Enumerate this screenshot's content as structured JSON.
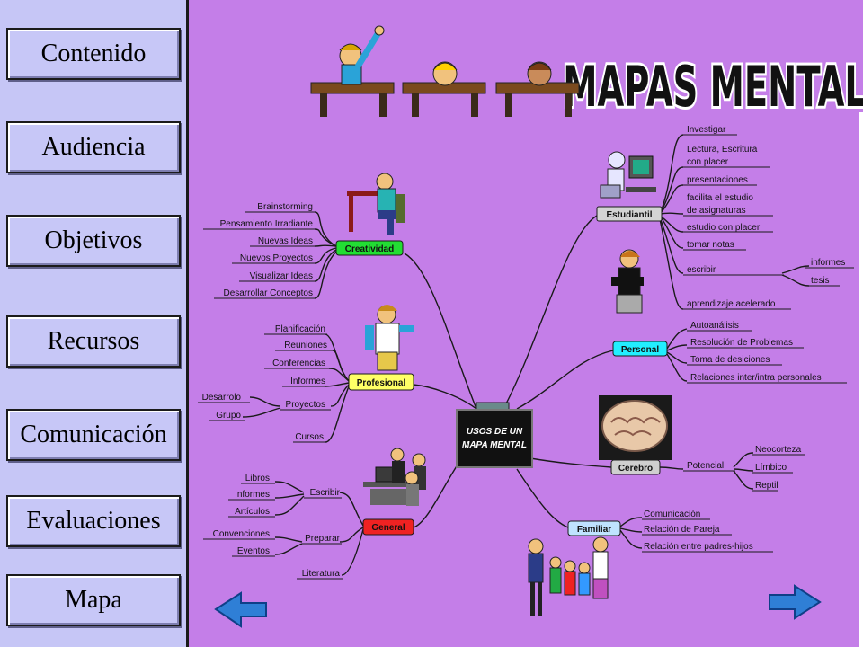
{
  "sidebar": {
    "items": [
      {
        "label": "Contenido"
      },
      {
        "label": "Audiencia"
      },
      {
        "label": "Objetivos"
      },
      {
        "label": "Recursos"
      },
      {
        "label": "Comunicación"
      },
      {
        "label": "Evaluaciones"
      },
      {
        "label": "Mapa"
      }
    ]
  },
  "title": "MAPAS MENTALES",
  "center": {
    "line1": "USOS DE UN",
    "line2": "MAPA MENTAL"
  },
  "branches": {
    "creatividad": {
      "label": "Creatividad",
      "items": [
        "Brainstorming",
        "Pensamiento Irradiante",
        "Nuevas Ideas",
        "Nuevos Proyectos",
        "Visualizar Ideas",
        "Desarrollar Conceptos"
      ]
    },
    "profesional": {
      "label": "Profesional",
      "items": [
        "Planificación",
        "Reuniones",
        "Conferencias",
        "Informes",
        "Proyectos",
        "Cursos"
      ],
      "proyectos_sub": [
        "Desarrolo",
        "Grupo"
      ]
    },
    "general": {
      "label": "General",
      "items": [
        "Escribir",
        "Preparar",
        "Literatura"
      ],
      "escribir_sub": [
        "Libros",
        "Informes",
        "Artículos"
      ],
      "preparar_sub": [
        "Convenciones",
        "Eventos"
      ]
    },
    "estudiantil": {
      "label": "Estudiantil",
      "items": [
        "Investigar",
        "Lectura, Escritura",
        "con placer",
        "presentaciones",
        "facilita el estudio",
        "de asignaturas",
        "estudio con placer",
        "tomar notas",
        "escribir",
        "aprendizaje acelerado"
      ],
      "escribir_sub": [
        "informes",
        "tesis"
      ]
    },
    "personal": {
      "label": "Personal",
      "items": [
        "Autoanálisis",
        "Resolución de Problemas",
        "Toma de desiciones",
        "Relaciones inter/intra personales"
      ]
    },
    "cerebro": {
      "label": "Cerebro",
      "items": [
        "Potencial"
      ],
      "potencial_sub": [
        "Neocorteza",
        "Límbico",
        "Reptil"
      ]
    },
    "familiar": {
      "label": "Familiar",
      "items": [
        "Comunicación",
        "Relación de Pareja",
        "Relación entre padres-hijos"
      ]
    }
  },
  "colors": {
    "background": "#c47ee8",
    "sidebar": "#c6c6f6",
    "creatividad": "#22dd33",
    "profesional": "#ffff66",
    "general": "#ee2222",
    "estudiantil": "#d4d4d4",
    "personal": "#22eeff",
    "cerebro": "#cfcfcf",
    "familiar": "#bfe3ff"
  },
  "icons": {
    "back": "left-arrow-icon",
    "next": "right-arrow-icon"
  }
}
